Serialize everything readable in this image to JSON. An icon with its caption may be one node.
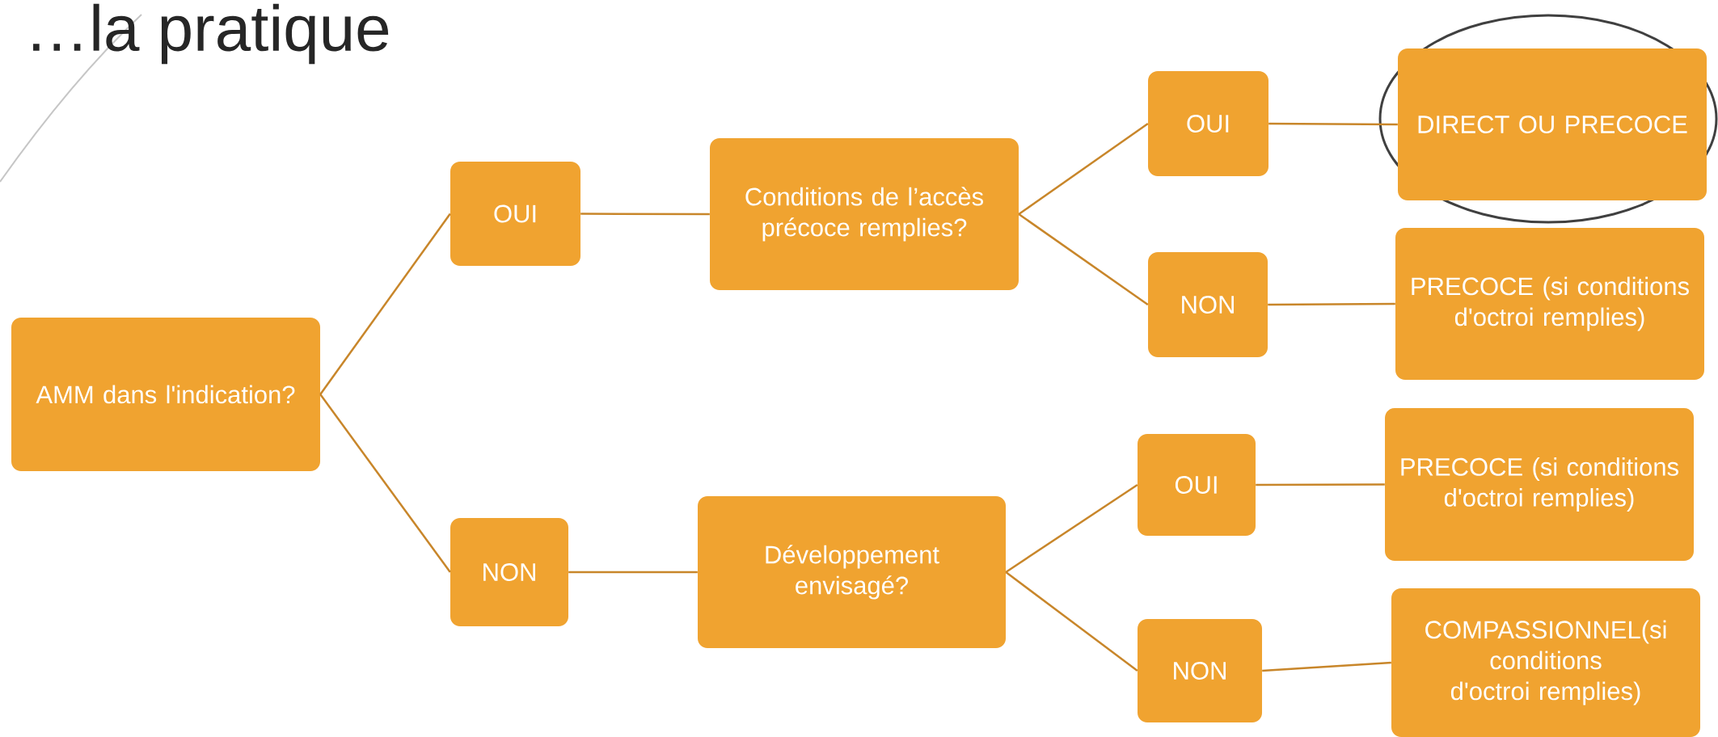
{
  "diagram": {
    "title": "…la pratique",
    "nodes": [
      {
        "text": [
          "AMM dans l'indication?"
        ]
      },
      {
        "text": [
          "OUI"
        ]
      },
      {
        "text": [
          "Conditions de l’accès précoce remplies?"
        ]
      },
      {
        "text": [
          "OUI"
        ]
      },
      {
        "text": [
          "DIRECT OU PRECOCE"
        ]
      },
      {
        "text": [
          "NON"
        ]
      },
      {
        "text": [
          "PRECOCE (si conditions d'octroi remplies)"
        ]
      },
      {
        "text": [
          "NON"
        ]
      },
      {
        "text": [
          "Développement envisagé?"
        ]
      },
      {
        "text": [
          "OUI"
        ]
      },
      {
        "text": [
          "PRECOCE (si conditions d'octroi remplies)"
        ]
      },
      {
        "text": [
          "NON"
        ]
      },
      {
        "text": [
          "COMPASSIONNEL(si conditions d'octroi remplies)"
        ]
      }
    ],
    "edges": [
      {
        "from": 0,
        "to": 1,
        "arrow": "none"
      },
      {
        "from": 0,
        "to": 7,
        "arrow": "none"
      },
      {
        "from": 1,
        "to": 2,
        "arrow": "none"
      },
      {
        "from": 2,
        "to": 3,
        "arrow": "none"
      },
      {
        "from": 2,
        "to": 5,
        "arrow": "none"
      },
      {
        "from": 3,
        "to": 4,
        "arrow": "none"
      },
      {
        "from": 5,
        "to": 6,
        "arrow": "none"
      },
      {
        "from": 7,
        "to": 8,
        "arrow": "none"
      },
      {
        "from": 8,
        "to": 9,
        "arrow": "none"
      },
      {
        "from": 8,
        "to": 11,
        "arrow": "none"
      },
      {
        "from": 9,
        "to": 10,
        "arrow": "none"
      },
      {
        "from": 11,
        "to": 12,
        "arrow": "none"
      }
    ]
  }
}
